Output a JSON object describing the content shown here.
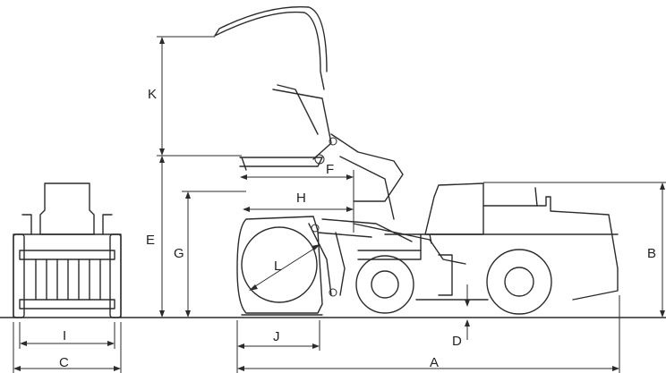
{
  "labels": {
    "A": "A",
    "B": "B",
    "C": "C",
    "D": "D",
    "E": "E",
    "F": "F",
    "G": "G",
    "H": "H",
    "I": "I",
    "J": "J",
    "K": "K",
    "L": "L"
  },
  "colors": {
    "line": "#2b2b2b",
    "background": "#ffffff"
  }
}
